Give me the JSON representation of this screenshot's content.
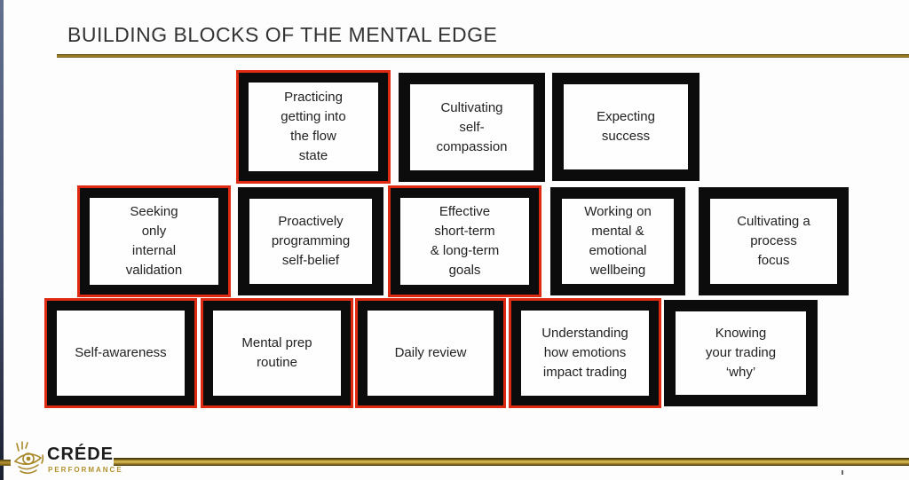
{
  "title": "BUILDING BLOCKS OF THE MENTAL EDGE",
  "colors": {
    "highlight_red": "#de2a10",
    "block_black": "#0c0c0c",
    "gold": "#b3902c"
  },
  "rows": [
    {
      "blocks": [
        {
          "label": "Practicing\ngetting into\nthe flow\nstate",
          "highlighted": true
        },
        {
          "label": "Cultivating\nself-\ncompassion",
          "highlighted": false
        },
        {
          "label": "Expecting\nsuccess",
          "highlighted": false
        }
      ]
    },
    {
      "blocks": [
        {
          "label": "Seeking\nonly\ninternal\nvalidation",
          "highlighted": true
        },
        {
          "label": "Proactively\nprogramming\nself-belief",
          "highlighted": false
        },
        {
          "label": "Effective\nshort-term\n& long-term\ngoals",
          "highlighted": true
        },
        {
          "label": "Working on\nmental &\nemotional\nwellbeing",
          "highlighted": false
        },
        {
          "label": "Cultivating a\nprocess\nfocus",
          "highlighted": false
        }
      ]
    },
    {
      "blocks": [
        {
          "label": "Self-awareness",
          "highlighted": true
        },
        {
          "label": "Mental prep\nroutine",
          "highlighted": true
        },
        {
          "label": "Daily review",
          "highlighted": true
        },
        {
          "label": "Understanding\nhow emotions\nimpact trading",
          "highlighted": true
        },
        {
          "label": "Knowing\nyour trading\n‘why’",
          "highlighted": false
        }
      ]
    }
  ],
  "logo": {
    "name": "CRÉDE",
    "subtitle": "PERFORMANCE",
    "icon": "eye-icon"
  }
}
